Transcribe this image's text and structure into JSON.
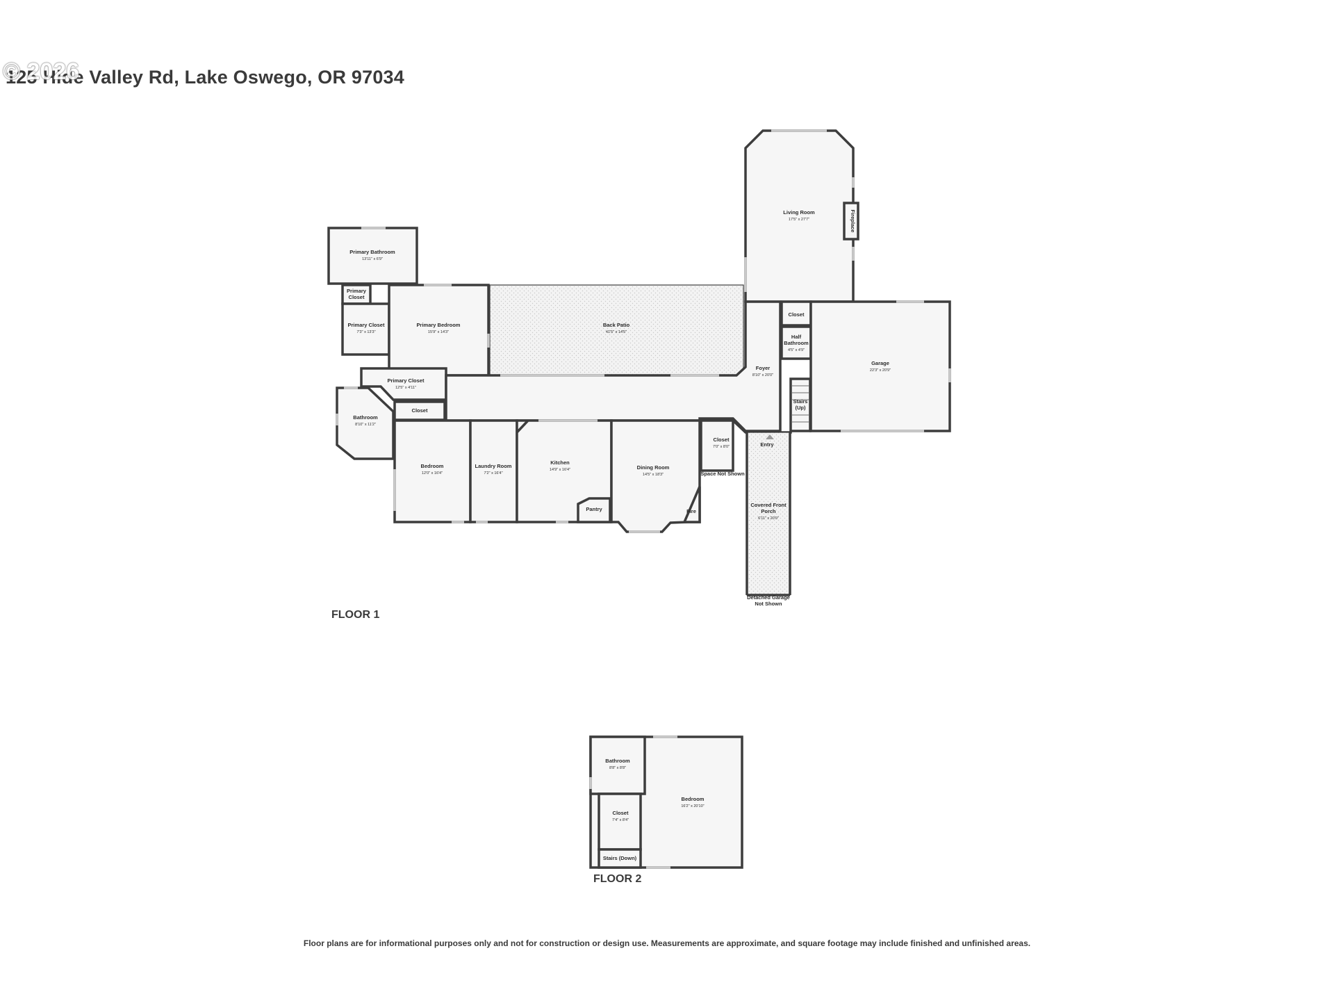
{
  "header": {
    "address": "125 Hide Valley Rd, Lake Oswego, OR 97034",
    "watermark": "© 2026"
  },
  "floors": [
    {
      "label": "FLOOR 1",
      "rooms": [
        {
          "id": "living-room",
          "name": "Living Room",
          "dims": "17'5\" x 27'7\""
        },
        {
          "id": "fireplace",
          "name": "Fireplace",
          "dims": ""
        },
        {
          "id": "primary-bathroom",
          "name": "Primary Bathroom",
          "dims": "13'11\" x 6'9\""
        },
        {
          "id": "primary-closet-a",
          "name": "Primary Closet",
          "dims": ""
        },
        {
          "id": "primary-closet-b",
          "name": "Primary Closet",
          "dims": "7'3\" x 13'3\""
        },
        {
          "id": "primary-bedroom",
          "name": "Primary Bedroom",
          "dims": "15'9\" x 14'3\""
        },
        {
          "id": "back-patio",
          "name": "Back Patio",
          "dims": "41'5\" x 14'5\""
        },
        {
          "id": "closet-foyer",
          "name": "Closet",
          "dims": ""
        },
        {
          "id": "half-bathroom",
          "name": "Half Bathroom",
          "dims": "4'5\" x 4'9\""
        },
        {
          "id": "garage",
          "name": "Garage",
          "dims": "22'3\" x 20'9\""
        },
        {
          "id": "foyer",
          "name": "Foyer",
          "dims": "8'10\" x 20'0\""
        },
        {
          "id": "stairs-up",
          "name": "Stairs (Up)",
          "dims": ""
        },
        {
          "id": "primary-closet-c",
          "name": "Primary Closet",
          "dims": "12'5\" x 4'11\""
        },
        {
          "id": "bathroom-1",
          "name": "Bathroom",
          "dims": "8'10\" x 11'2\""
        },
        {
          "id": "closet-hall",
          "name": "Closet",
          "dims": ""
        },
        {
          "id": "bedroom-1",
          "name": "Bedroom",
          "dims": "12'0\" x 16'4\""
        },
        {
          "id": "laundry-room",
          "name": "Laundry Room",
          "dims": "7'2\" x 16'4\""
        },
        {
          "id": "kitchen",
          "name": "Kitchen",
          "dims": "14'9\" x 16'4\""
        },
        {
          "id": "pantry",
          "name": "Pantry",
          "dims": ""
        },
        {
          "id": "dining-room",
          "name": "Dining Room",
          "dims": "14'5\" x 18'3\""
        },
        {
          "id": "fire",
          "name": "Fire",
          "dims": ""
        },
        {
          "id": "closet-entry",
          "name": "Closet",
          "dims": "7'0\" x 8'0\""
        },
        {
          "id": "space-not-shown",
          "name": "Space Not Shown",
          "dims": ""
        },
        {
          "id": "entry",
          "name": "Entry",
          "dims": ""
        },
        {
          "id": "covered-front-porch",
          "name": "Covered Front Porch",
          "dims": "6'11\" x 20'0\""
        },
        {
          "id": "detached-garage",
          "name": "Detached Garage Not Shown",
          "dims": ""
        }
      ]
    },
    {
      "label": "FLOOR 2",
      "rooms": [
        {
          "id": "bathroom-2",
          "name": "Bathroom",
          "dims": "8'8\" x 8'8\""
        },
        {
          "id": "bedroom-2",
          "name": "Bedroom",
          "dims": "16'2\" x 20'10\""
        },
        {
          "id": "closet-2",
          "name": "Closet",
          "dims": "7'4\" x 8'4\""
        },
        {
          "id": "stairs-down",
          "name": "Stairs (Down)",
          "dims": ""
        }
      ]
    }
  ],
  "footer": {
    "disclaimer": "Floor plans are for informational purposes only and not for construction or design use. Measurements are approximate, and square footage may include finished and unfinished areas."
  }
}
